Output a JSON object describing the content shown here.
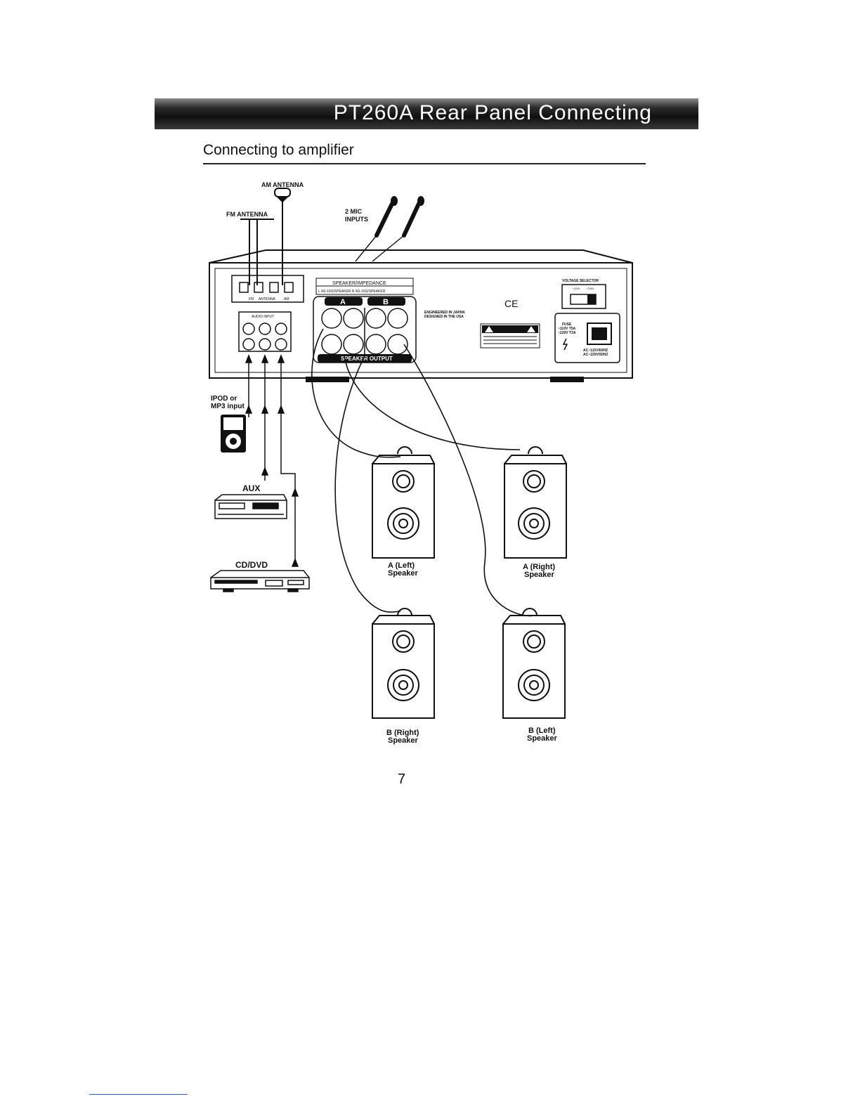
{
  "header": {
    "title": "PT260A Rear Panel Connecting"
  },
  "section": {
    "heading": "Connecting to amplifier"
  },
  "diagram": {
    "labels": {
      "am_antenna": "AM ANTENNA",
      "fm_antenna": "FM ANTENNA",
      "mic_inputs_line1": "2 MIC",
      "mic_inputs_line2": "INPUTS",
      "ipod_line1": "IPOD or",
      "ipod_line2": "MP3 input",
      "aux": "AUX",
      "cd_dvd": "CD/DVD",
      "speaker_a_left_line1": "A (Left)",
      "speaker_a_left_line2": "Speaker",
      "speaker_a_right_line1": "A (Right)",
      "speaker_a_right_line2": "Speaker",
      "speaker_b_right_line1": "B (Right)",
      "speaker_b_right_line2": "Speaker",
      "speaker_b_left_line1": "B (Left)",
      "speaker_b_left_line2": "Speaker"
    },
    "panel": {
      "speaker_impedance": "SPEAKER/IMPEDANCE",
      "impedance_detail": "L 4Ω-16Ω/SPEAKER  R 4Ω-16Ω/SPEAKER",
      "terminal_a": "A",
      "terminal_b": "B",
      "speaker_output": "SPEAKER OUTPUT",
      "audio_input": "AUDIO INPUT",
      "antenna": "ANTENNA",
      "fm": "FM",
      "am": "AM",
      "engineered_line1": "ENGINEERED IN JAPAN",
      "engineered_line2": "DESIGNED IN THE USA",
      "ce_mark": "CE",
      "voltage_selector": "VOLTAGE SELECTOR",
      "voltage_115": "~115V",
      "voltage_230": "~230V",
      "fuse": "FUSE",
      "fuse_110": "~110V T5A",
      "fuse_220": "~220V T3A",
      "ac_line1": "AC~115V/60HZ",
      "ac_line2": "AC~230V/50HZ"
    }
  },
  "footer": {
    "page_number": "7"
  }
}
